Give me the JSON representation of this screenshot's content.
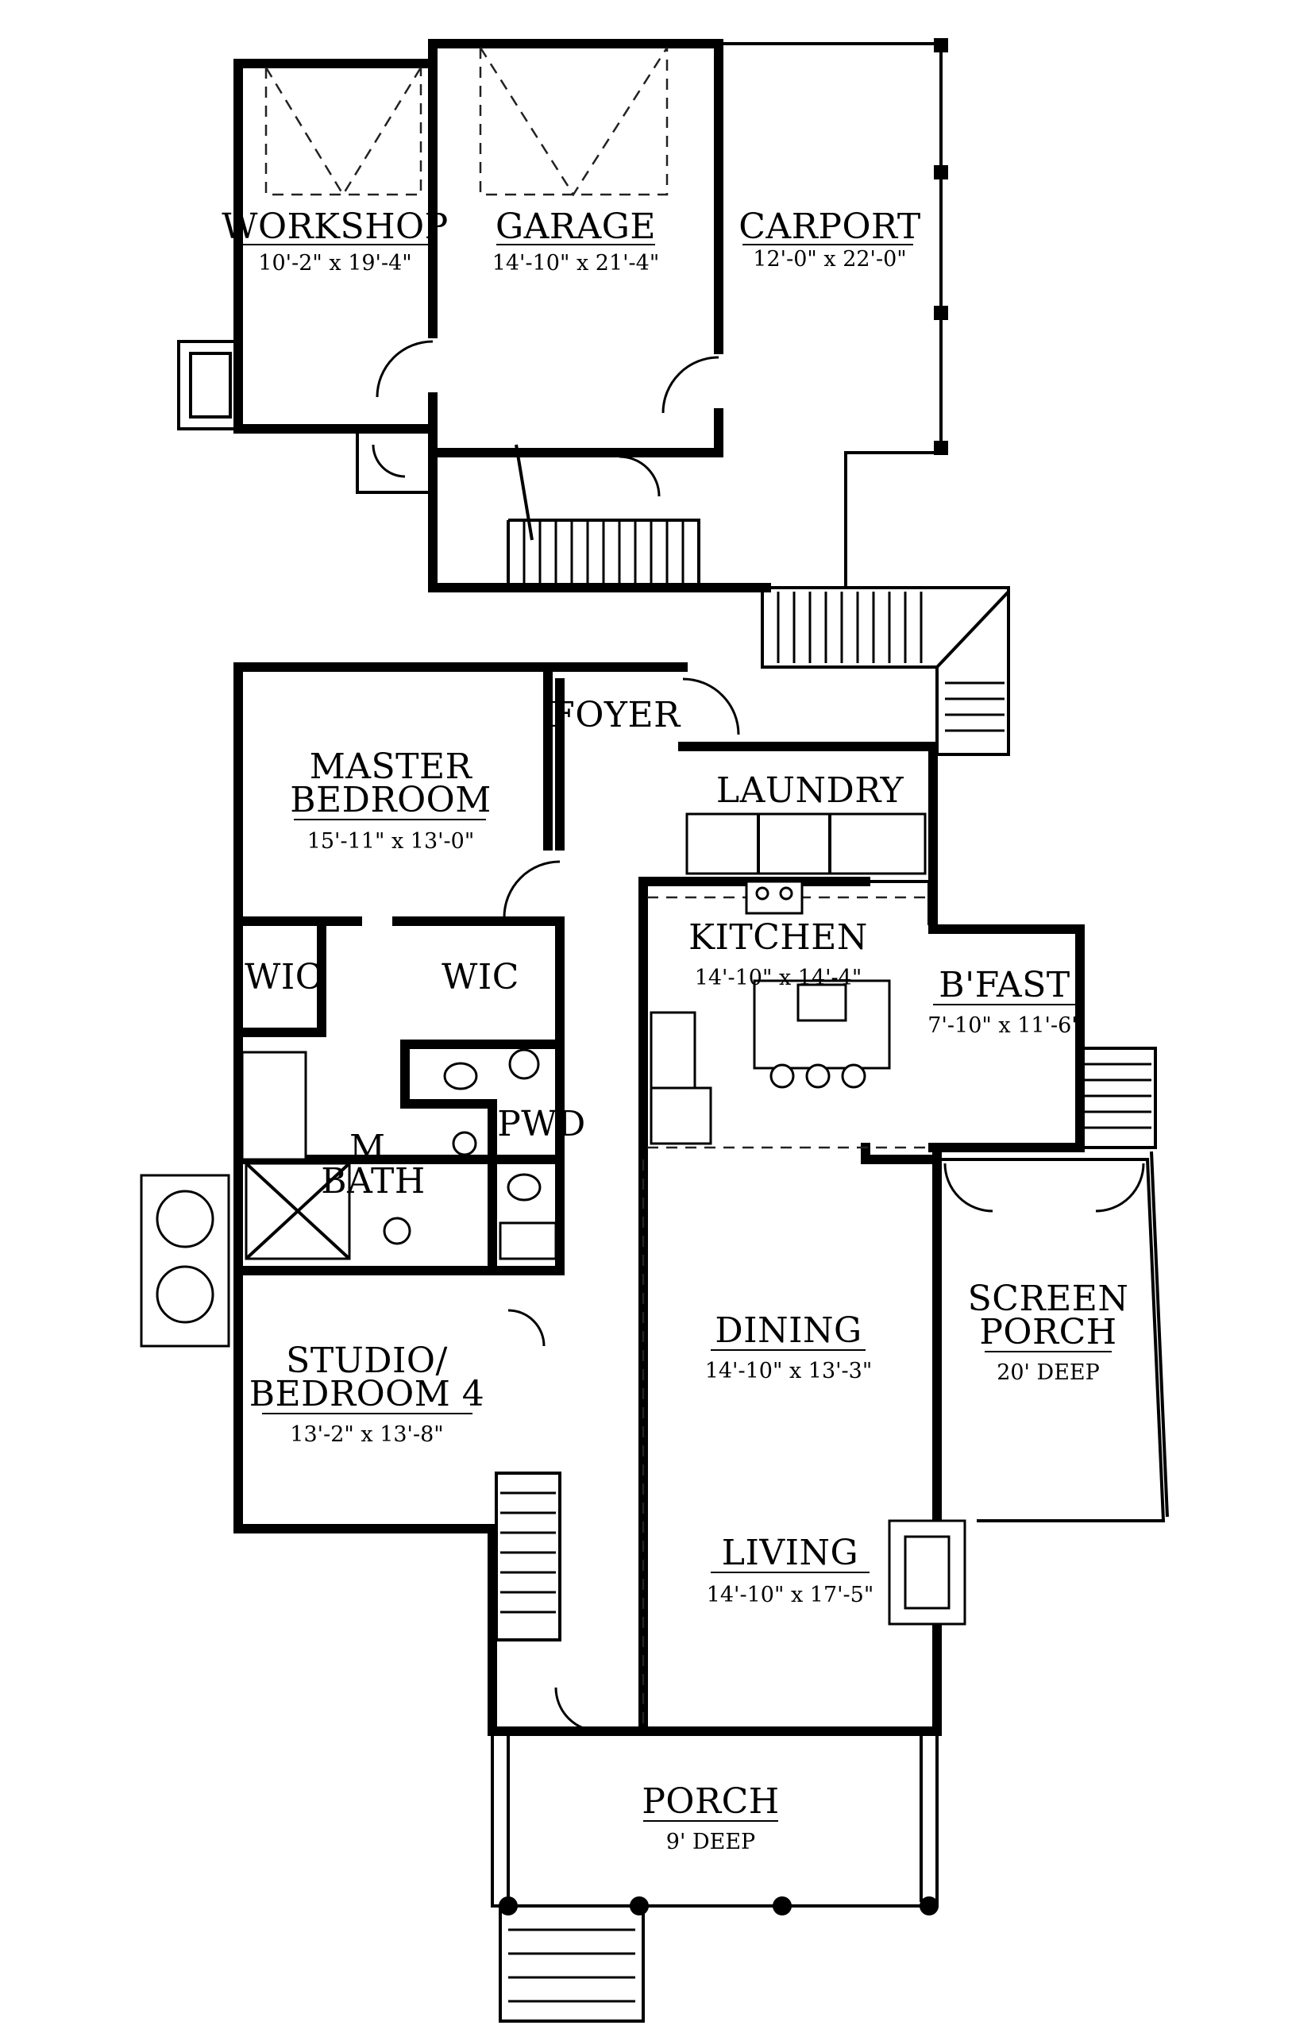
{
  "rooms": {
    "workshop": {
      "name": "WORKSHOP",
      "dim": "10'-2\" x 19'-4\""
    },
    "garage": {
      "name": "GARAGE",
      "dim": "14'-10\" x 21'-4\""
    },
    "carport": {
      "name": "CARPORT",
      "dim": "12'-0\" x 22'-0\""
    },
    "foyer": {
      "name": "FOYER"
    },
    "master_bedroom": {
      "name_line1": "MASTER",
      "name_line2": "BEDROOM",
      "dim": "15'-11\" x 13'-0\""
    },
    "laundry": {
      "name": "LAUNDRY"
    },
    "wic_left": {
      "name": "WIC"
    },
    "wic_right": {
      "name": "WIC"
    },
    "kitchen": {
      "name": "KITCHEN",
      "dim": "14'-10\" x 14'-4\""
    },
    "bfast": {
      "name": "B'FAST",
      "dim": "7'-10\" x 11'-6\""
    },
    "pwd": {
      "name": "PWD"
    },
    "m_bath": {
      "name_line1": "M.",
      "name_line2": "BATH"
    },
    "screen_porch": {
      "name_line1": "SCREEN",
      "name_line2": "PORCH",
      "dim": "20' DEEP"
    },
    "dining": {
      "name": "DINING",
      "dim": "14'-10\" x 13'-3\""
    },
    "studio": {
      "name_line1": "STUDIO/",
      "name_line2": "BEDROOM 4",
      "dim": "13'-2\" x 13'-8\""
    },
    "living": {
      "name": "LIVING",
      "dim": "14'-10\" x 17'-5\""
    },
    "porch": {
      "name": "PORCH",
      "dim": "9' DEEP"
    }
  }
}
